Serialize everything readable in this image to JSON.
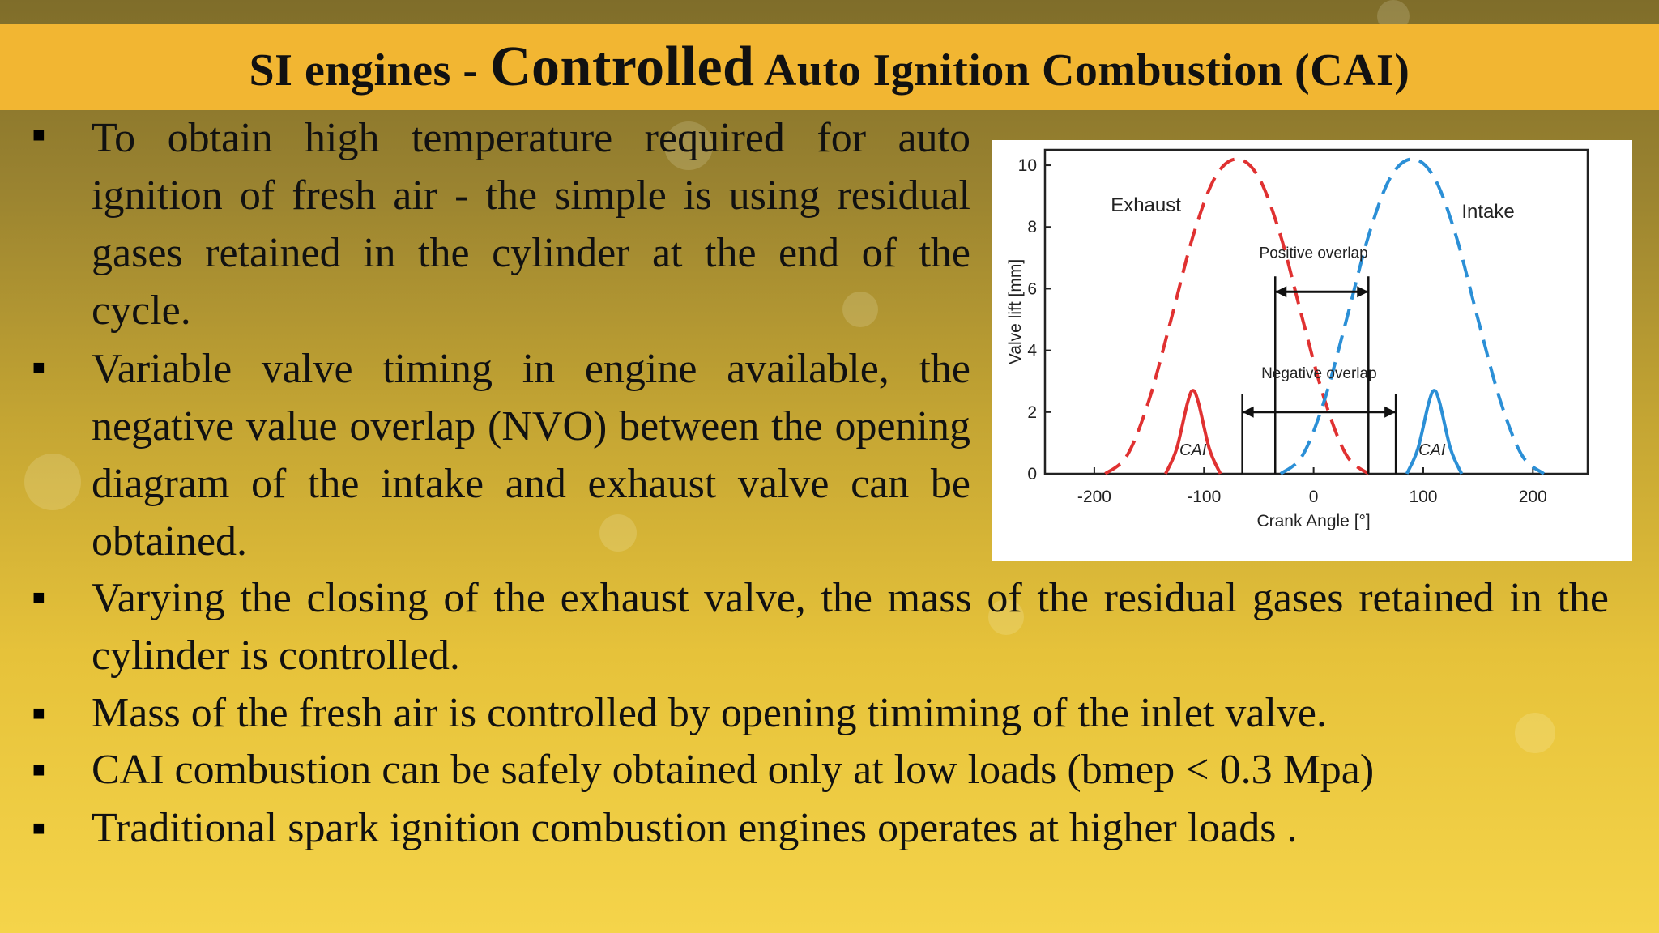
{
  "title": {
    "part1": "SI engines - ",
    "part2": "Controlled",
    "part3": " Auto Ignition Combustion (CAI)"
  },
  "bullets": [
    "To obtain high temperature required for auto ignition of fresh air - the simple is using residual gases retained in the cylinder at the end of the  cycle.",
    "Variable valve timing in engine available, the negative value overlap (NVO) between the opening diagram of the intake and exhaust valve can be obtained.",
    "Varying the closing of the exhaust valve, the mass of the residual gases retained in the cylinder is controlled.",
    "Mass of the fresh air is controlled by opening timiming of the inlet valve.",
    "CAI combustion can be safely obtained only at low loads (bmep < 0.3 Mpa)",
    "Traditional spark ignition combustion engines operates at higher loads ."
  ],
  "bullet_symbol": "■",
  "chart_data": {
    "type": "line",
    "xlabel": "Crank Angle [°]",
    "ylabel": "Valve lift [mm]",
    "xlim": [
      -245,
      250
    ],
    "ylim": [
      0,
      10.5
    ],
    "x_ticks": [
      "-200",
      "-100",
      "0",
      "100",
      "200"
    ],
    "y_ticks": [
      "0",
      "2",
      "4",
      "6",
      "8",
      "10"
    ],
    "series": [
      {
        "name": "Exhaust",
        "color": "#e03131",
        "style": "dashed",
        "x": [
          -190,
          -170,
          -150,
          -130,
          -110,
          -90,
          -70,
          -50,
          -30,
          -10,
          10,
          30,
          50
        ],
        "y": [
          0,
          0.6,
          2.4,
          5.0,
          7.7,
          9.6,
          10.2,
          9.6,
          7.7,
          5.0,
          2.4,
          0.6,
          0
        ]
      },
      {
        "name": "Intake",
        "color": "#2b8fd6",
        "style": "dashed",
        "x": [
          -30,
          -10,
          10,
          30,
          50,
          70,
          90,
          110,
          130,
          150,
          170,
          190,
          210
        ],
        "y": [
          0,
          0.6,
          2.4,
          5.0,
          7.7,
          9.6,
          10.2,
          9.6,
          7.7,
          5.0,
          2.4,
          0.6,
          0
        ]
      },
      {
        "name": "CAI",
        "color": "#e03131",
        "style": "solid",
        "x": [
          -135,
          -125,
          -115,
          -110,
          -105,
          -95,
          -85
        ],
        "y": [
          0,
          0.8,
          2.3,
          2.7,
          2.3,
          0.8,
          0
        ]
      },
      {
        "name": "CAI",
        "color": "#2b8fd6",
        "style": "solid",
        "x": [
          85,
          95,
          105,
          110,
          115,
          125,
          135
        ],
        "y": [
          0,
          0.8,
          2.3,
          2.7,
          2.3,
          0.8,
          0
        ]
      }
    ],
    "annotations": {
      "exhaust_label": "Exhaust",
      "intake_label": "Intake",
      "positive_overlap": "Positive overlap",
      "negative_overlap": "Negative overlap",
      "cai_left": "CAI",
      "cai_right": "CAI"
    },
    "markers": {
      "positive_overlap_range": [
        -35,
        50
      ],
      "negative_overlap_range": [
        -65,
        75
      ],
      "positive_overlap_y": 5.9,
      "negative_overlap_y": 2.0
    }
  }
}
